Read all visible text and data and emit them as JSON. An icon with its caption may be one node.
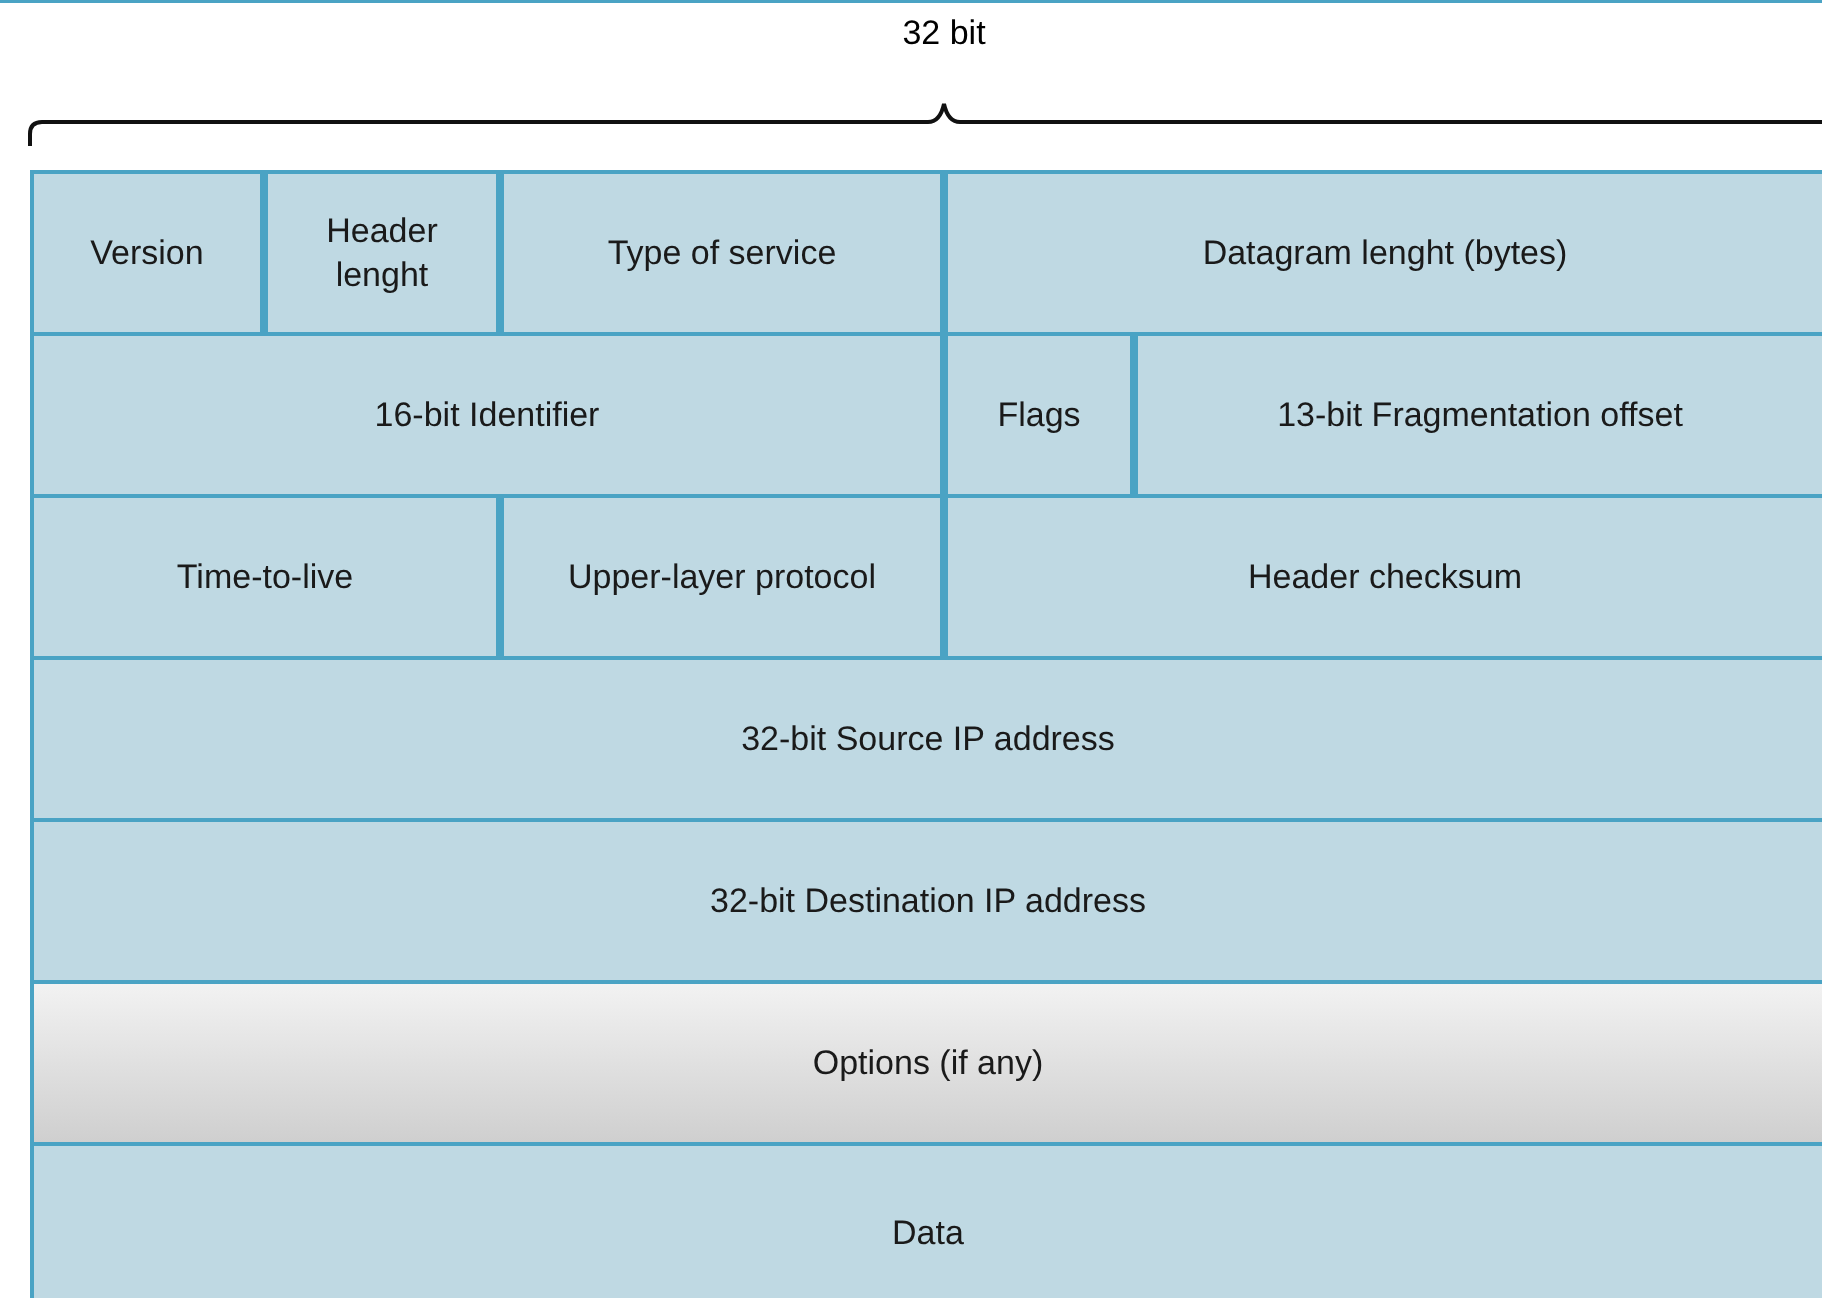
{
  "diagram": {
    "nodes": [
      {
        "text": [
          "Version"
        ]
      },
      {
        "text": [
          "Header lenght"
        ]
      },
      {
        "text": [
          "Type of service"
        ]
      },
      {
        "text": [
          "Datagram lenght (bytes)"
        ]
      },
      {
        "text": [
          "16-bit Identifier"
        ]
      },
      {
        "text": [
          "Flags"
        ]
      },
      {
        "text": [
          "13-bit Fragmentation offset"
        ]
      },
      {
        "text": [
          "Time-to-live"
        ]
      },
      {
        "text": [
          "Upper-layer protocol"
        ]
      },
      {
        "text": [
          "Header checksum"
        ]
      },
      {
        "text": [
          "32-bit Source IP address"
        ]
      },
      {
        "text": [
          "32-bit Destination IP address"
        ]
      },
      {
        "text": [
          "Options (if any)"
        ]
      },
      {
        "text": [
          "Data"
        ]
      }
    ],
    "labels": [
      "32 bit"
    ]
  }
}
